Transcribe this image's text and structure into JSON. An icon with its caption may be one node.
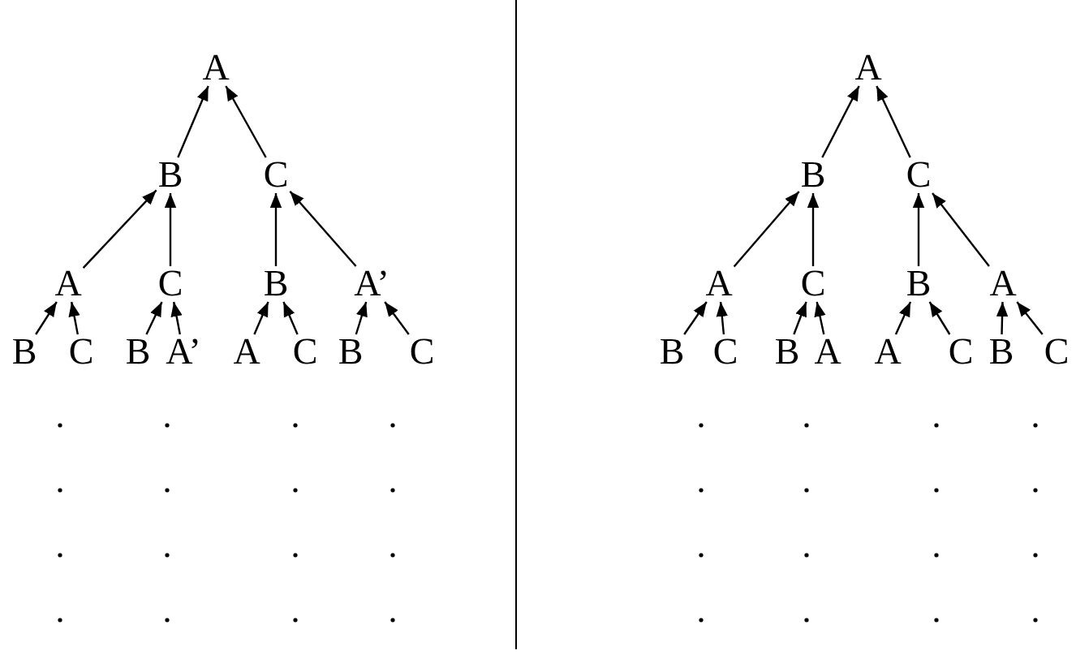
{
  "diagram": {
    "nodes": [
      {
        "text": [
          "A"
        ]
      },
      {
        "text": [
          "B"
        ]
      },
      {
        "text": [
          "C"
        ]
      },
      {
        "text": [
          "A"
        ]
      },
      {
        "text": [
          "C"
        ]
      },
      {
        "text": [
          "B"
        ]
      },
      {
        "text": [
          "A’"
        ]
      },
      {
        "text": [
          "B"
        ]
      },
      {
        "text": [
          "C"
        ]
      },
      {
        "text": [
          "B"
        ]
      },
      {
        "text": [
          "A’"
        ]
      },
      {
        "text": [
          "A"
        ]
      },
      {
        "text": [
          "C"
        ]
      },
      {
        "text": [
          "B"
        ]
      },
      {
        "text": [
          "C"
        ]
      },
      {
        "text": [
          "A"
        ]
      },
      {
        "text": [
          "B"
        ]
      },
      {
        "text": [
          "C"
        ]
      },
      {
        "text": [
          "A"
        ]
      },
      {
        "text": [
          "C"
        ]
      },
      {
        "text": [
          "B"
        ]
      },
      {
        "text": [
          "A"
        ]
      },
      {
        "text": [
          "B"
        ]
      },
      {
        "text": [
          "C"
        ]
      },
      {
        "text": [
          "B"
        ]
      },
      {
        "text": [
          "A"
        ]
      },
      {
        "text": [
          "A"
        ]
      },
      {
        "text": [
          "C"
        ]
      },
      {
        "text": [
          "B"
        ]
      },
      {
        "text": [
          "C"
        ]
      }
    ],
    "edges": [
      {
        "from": 1,
        "to": 0,
        "arrow": "to"
      },
      {
        "from": 2,
        "to": 0,
        "arrow": "to"
      },
      {
        "from": 3,
        "to": 1,
        "arrow": "to"
      },
      {
        "from": 4,
        "to": 1,
        "arrow": "to"
      },
      {
        "from": 5,
        "to": 2,
        "arrow": "to"
      },
      {
        "from": 6,
        "to": 2,
        "arrow": "to"
      },
      {
        "from": 7,
        "to": 3,
        "arrow": "to"
      },
      {
        "from": 8,
        "to": 3,
        "arrow": "to"
      },
      {
        "from": 9,
        "to": 4,
        "arrow": "to"
      },
      {
        "from": 10,
        "to": 4,
        "arrow": "to"
      },
      {
        "from": 11,
        "to": 5,
        "arrow": "to"
      },
      {
        "from": 12,
        "to": 5,
        "arrow": "to"
      },
      {
        "from": 13,
        "to": 6,
        "arrow": "to"
      },
      {
        "from": 14,
        "to": 6,
        "arrow": "to"
      },
      {
        "from": 16,
        "to": 15,
        "arrow": "to"
      },
      {
        "from": 17,
        "to": 15,
        "arrow": "to"
      },
      {
        "from": 18,
        "to": 16,
        "arrow": "to"
      },
      {
        "from": 19,
        "to": 16,
        "arrow": "to"
      },
      {
        "from": 20,
        "to": 17,
        "arrow": "to"
      },
      {
        "from": 21,
        "to": 17,
        "arrow": "to"
      },
      {
        "from": 22,
        "to": 18,
        "arrow": "to"
      },
      {
        "from": 23,
        "to": 18,
        "arrow": "to"
      },
      {
        "from": 24,
        "to": 19,
        "arrow": "to"
      },
      {
        "from": 25,
        "to": 19,
        "arrow": "to"
      },
      {
        "from": 26,
        "to": 20,
        "arrow": "to"
      },
      {
        "from": 27,
        "to": 20,
        "arrow": "to"
      },
      {
        "from": 28,
        "to": 21,
        "arrow": "to"
      },
      {
        "from": 29,
        "to": 21,
        "arrow": "to"
      }
    ]
  }
}
